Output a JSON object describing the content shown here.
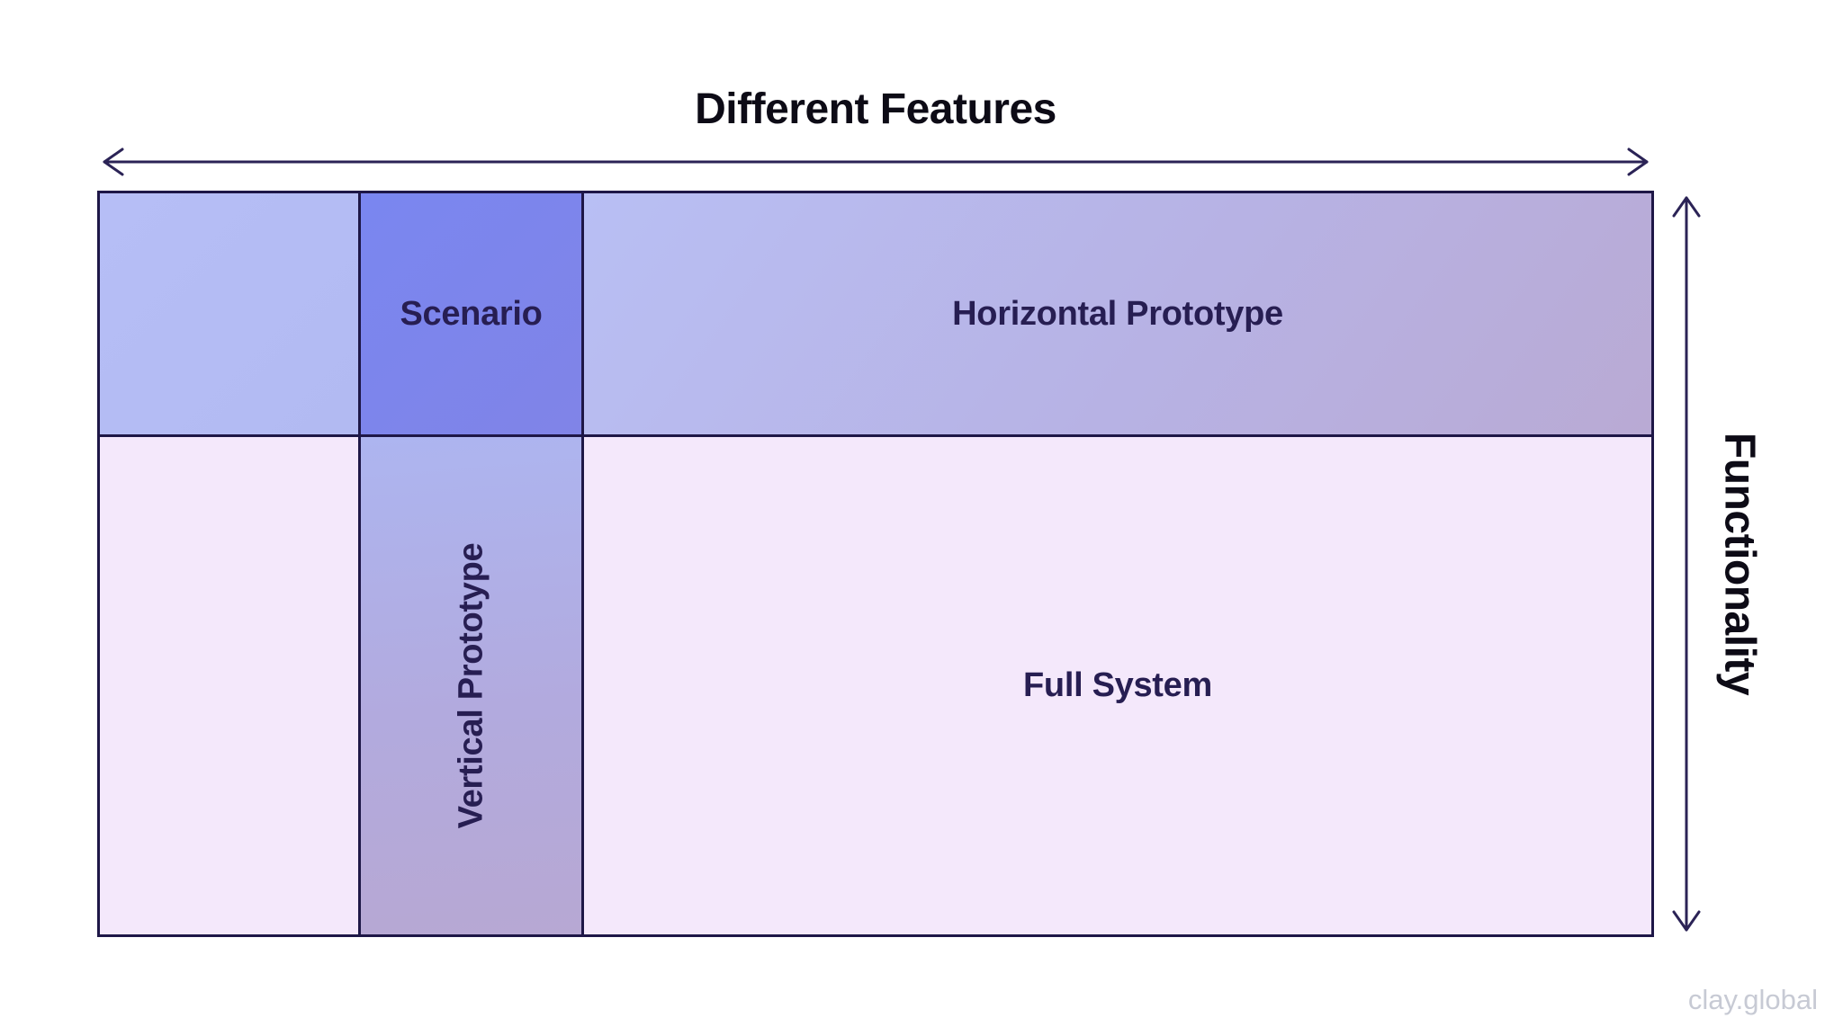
{
  "axes": {
    "horizontal_label": "Different Features",
    "vertical_label": "Functionality"
  },
  "matrix": {
    "cells": [
      {
        "id": "empty-top-left",
        "label": ""
      },
      {
        "id": "scenario",
        "label": "Scenario"
      },
      {
        "id": "horizontal-prototype",
        "label": "Horizontal Prototype"
      },
      {
        "id": "empty-bottom-left",
        "label": ""
      },
      {
        "id": "vertical-prototype",
        "label": "Vertical Prototype"
      },
      {
        "id": "full-system",
        "label": "Full System"
      }
    ]
  },
  "watermark": "clay.global",
  "colors": {
    "cell_border": "#1e1747",
    "axis_arrow": "#2b2356",
    "title_text": "#0d0b16",
    "cell_label_text": "#271e52",
    "empty_top_cell_fill": "#b5bdf4",
    "scenario_fill_start": "#7a86f0",
    "scenario_fill_end": "#8084e7",
    "horizontal_prototype_fill_start": "#b8bff4",
    "horizontal_prototype_fill_end": "#b9aad4",
    "vertical_prototype_fill_start": "#adb5f0",
    "vertical_prototype_fill_end": "#b7a8d3",
    "full_system_fill": "#f4e8fb",
    "watermark_text": "#c7cad4"
  }
}
